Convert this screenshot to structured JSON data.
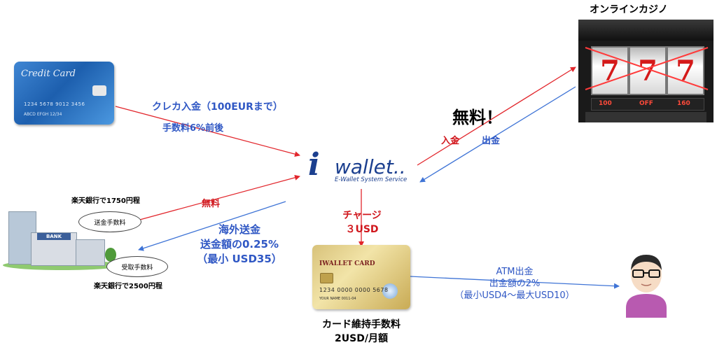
{
  "nodes": {
    "credit_card": {
      "brand": "Credit Card",
      "number": "1234  5678  9012  3456",
      "meta": "ABCD  EFGH     12/34"
    },
    "casino": {
      "label": "オンラインカジノ",
      "reel": "7",
      "panel_left": "100",
      "panel_mid": "OFF",
      "panel_right": "160"
    },
    "iwallet": {
      "letter": "i",
      "word": "wallet..",
      "subtitle": "E-Wallet System Service"
    },
    "card": {
      "brand": "IWALLET CARD",
      "number": "1234 0000 0000 5678",
      "meta": "YOUR NAME      0011-04",
      "label_line1": "カード維持手数料",
      "label_line2": "2USD/月額"
    },
    "bank": {
      "sign": "BANK",
      "send_fee_bubble": "送金手数料",
      "recv_fee_bubble": "受取手数料",
      "send_fee_note": "楽天銀行で1750円程",
      "recv_fee_note": "楽天銀行で2500円程"
    }
  },
  "edges": {
    "cc_deposit": {
      "line1": "クレカ入金（100EURまで）",
      "line2": "手数料6%前後"
    },
    "casino_free": "無料！",
    "casino_deposit": "入金",
    "casino_withdraw": "出金",
    "bank_free": "無料",
    "overseas": {
      "line1": "海外送金",
      "line2": "送金額の0.25%",
      "line3": "（最小 USD35）"
    },
    "charge": {
      "line1": "チャージ",
      "line2": "３USD"
    },
    "atm": {
      "line1": "ATM出金",
      "line2": "出金額の2%",
      "line3": "（最小USD4～最大USD10）"
    }
  },
  "colors": {
    "red_arrow": "#e2262c",
    "blue_arrow": "#3f74d6",
    "blue_text": "#2f57c4",
    "red_text": "#d0161c",
    "logo_blue": "#1b3f8f"
  }
}
